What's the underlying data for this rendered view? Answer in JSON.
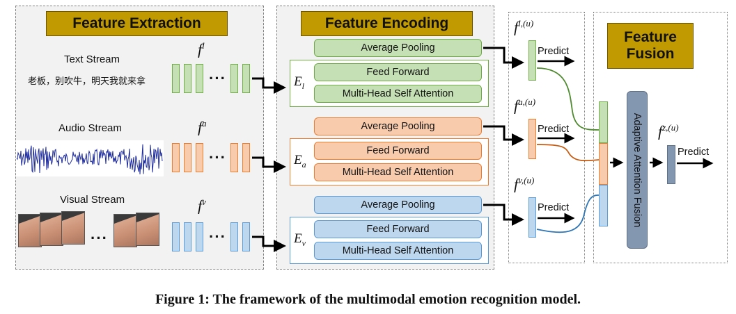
{
  "panels": {
    "extraction_title": "Feature Extraction",
    "encoding_title": "Feature Encoding",
    "fusion_title": "Feature Fusion"
  },
  "streams": {
    "text_label": "Text Stream",
    "text_sample": "老板，别吹牛，明天我就来拿",
    "audio_label": "Audio Stream",
    "visual_label": "Visual Stream"
  },
  "features": {
    "f_text": "f",
    "f_text_sup": "l",
    "f_audio": "f",
    "f_audio_sup": "a",
    "f_visual": "f",
    "f_visual_sup": "v",
    "dots": "···"
  },
  "encoders": {
    "text": {
      "name": "E",
      "sub": "l",
      "pool": "Average Pooling",
      "ff": "Feed Forward",
      "mhsa": "Multi-Head Self Attention"
    },
    "audio": {
      "name": "E",
      "sub": "a",
      "pool": "Average Pooling",
      "ff": "Feed Forward",
      "mhsa": "Multi-Head Self Attention"
    },
    "visual": {
      "name": "E",
      "sub": "v",
      "pool": "Average Pooling",
      "ff": "Feed Forward",
      "mhsa": "Multi-Head Self Attention"
    }
  },
  "uni": {
    "text": {
      "f": "f",
      "sup": "l,(u)",
      "predict": "Predict"
    },
    "audio": {
      "f": "f",
      "sup": "a,(u)",
      "predict": "Predict"
    },
    "visual": {
      "f": "f",
      "sup": "v,(u)",
      "predict": "Predict"
    }
  },
  "fusion": {
    "module": "Adaptive Attention Fusion",
    "f": "f",
    "sup": "z,(u)",
    "predict": "Predict"
  },
  "colors": {
    "text": "#c5e0b4",
    "audio": "#f8cbad",
    "visual": "#bdd7ee",
    "fusion_module": "#8497b0",
    "title_bg": "#c09a00"
  },
  "caption": "Figure 1: The framework of the multimodal emotion recognition model."
}
